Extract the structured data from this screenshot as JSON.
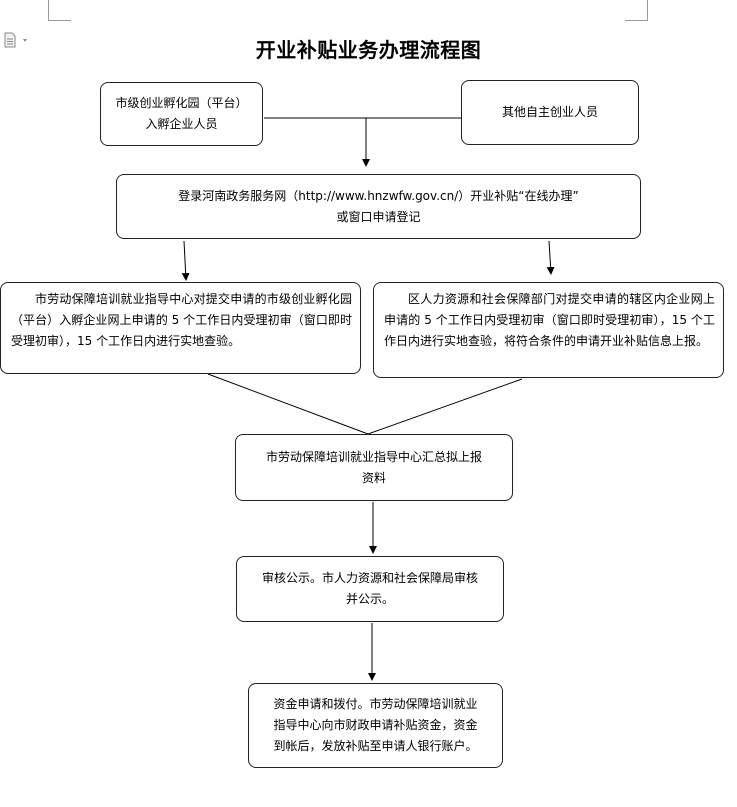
{
  "title": "开业补贴业务办理流程图",
  "icons": {
    "document": "document-icon",
    "dropdown": "chevron-down-icon"
  },
  "boxes": {
    "incubator_line1": "市级创业孵化园（平台）",
    "incubator_line2": "入孵企业人员",
    "other_self_employed": "其他自主创业人员",
    "register_line1": "登录河南政务服务网（http://www.hnzwfw.gov.cn/）开业补贴“在线办理”",
    "register_line2": "或窗口申请登记",
    "city_review": "市劳动保障培训就业指导中心对提交申请的市级创业孵化园（平台）入孵企业网上申请的 5 个工作日内受理初审（窗口即时受理初审），15 个工作日内进行实地查验。",
    "district_review": "区人力资源和社会保障部门对提交申请的辖区内企业网上申请的 5 个工作日内受理初审（窗口即时受理初审），15 个工作日内进行实地查验，将符合条件的申请开业补贴信息上报。",
    "summary_line1": "市劳动保障培训就业指导中心汇总拟上报",
    "summary_line2": "资料",
    "publicity_line1": "审核公示。市人力资源和社会保障局审核",
    "publicity_line2": "并公示。",
    "funding_line1": "资金申请和拨付。市劳动保障培训就业",
    "funding_line2": "指导中心向市财政申请补贴资金，资金",
    "funding_line3": "到帐后，发放补贴至申请人银行账户。"
  }
}
